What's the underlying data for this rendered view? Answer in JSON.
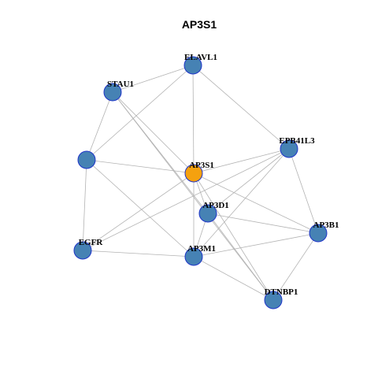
{
  "title": "AP3S1",
  "colors": {
    "node_default": "#4682b4",
    "node_center": "#f5a10f",
    "node_border": "#1f35c9",
    "edge": "#b3b3b3"
  },
  "nodes": [
    {
      "id": "ELAVL1",
      "label": "ELAVL1"
    },
    {
      "id": "STAU1",
      "label": "STAU1"
    },
    {
      "id": "EPB41L3",
      "label": "EPB41L3"
    },
    {
      "id": "UNLABELED",
      "label": ""
    },
    {
      "id": "AP3S1",
      "label": "AP3S1",
      "center": true
    },
    {
      "id": "AP3D1",
      "label": "AP3D1"
    },
    {
      "id": "AP3B1",
      "label": "AP3B1"
    },
    {
      "id": "EGFR",
      "label": "EGFR"
    },
    {
      "id": "AP3M1",
      "label": "AP3M1"
    },
    {
      "id": "DTNBP1",
      "label": "DTNBP1"
    }
  ],
  "edges": [
    [
      "ELAVL1",
      "STAU1"
    ],
    [
      "ELAVL1",
      "EPB41L3"
    ],
    [
      "ELAVL1",
      "UNLABELED"
    ],
    [
      "ELAVL1",
      "AP3S1"
    ],
    [
      "STAU1",
      "UNLABELED"
    ],
    [
      "STAU1",
      "AP3S1"
    ],
    [
      "STAU1",
      "AP3D1"
    ],
    [
      "STAU1",
      "DTNBP1"
    ],
    [
      "UNLABELED",
      "AP3S1"
    ],
    [
      "UNLABELED",
      "EGFR"
    ],
    [
      "UNLABELED",
      "AP3M1"
    ],
    [
      "AP3S1",
      "EPB41L3"
    ],
    [
      "AP3S1",
      "AP3D1"
    ],
    [
      "AP3S1",
      "AP3B1"
    ],
    [
      "AP3S1",
      "EGFR"
    ],
    [
      "AP3S1",
      "AP3M1"
    ],
    [
      "AP3S1",
      "DTNBP1"
    ],
    [
      "EPB41L3",
      "AP3B1"
    ],
    [
      "EPB41L3",
      "AP3D1"
    ],
    [
      "EPB41L3",
      "AP3M1"
    ],
    [
      "EPB41L3",
      "EGFR"
    ],
    [
      "AP3D1",
      "AP3B1"
    ],
    [
      "AP3D1",
      "AP3M1"
    ],
    [
      "AP3D1",
      "DTNBP1"
    ],
    [
      "AP3B1",
      "AP3M1"
    ],
    [
      "AP3B1",
      "DTNBP1"
    ],
    [
      "EGFR",
      "AP3M1"
    ],
    [
      "AP3M1",
      "DTNBP1"
    ]
  ]
}
